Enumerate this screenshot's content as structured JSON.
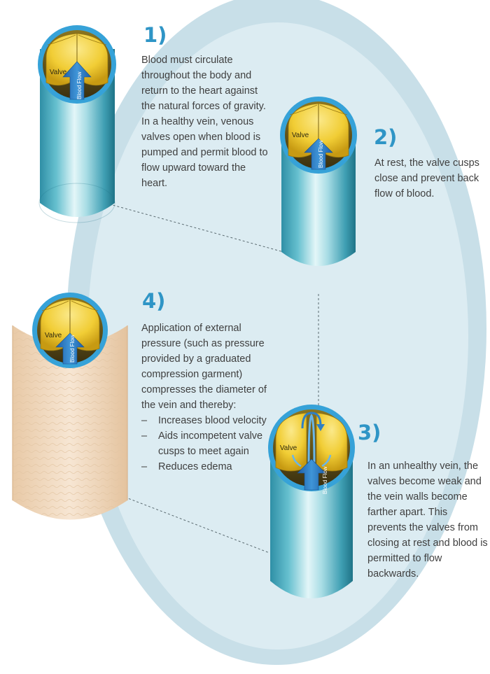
{
  "labels": {
    "valve": "Valve",
    "blood_flow": "Blood Flow"
  },
  "steps": [
    {
      "number": "1)",
      "text": "Blood must circulate throughout the body and return to the heart against the natural forces of gravity. In a healthy vein, venous valves open when blood is pumped and permit blood to flow upward toward the heart."
    },
    {
      "number": "2)",
      "text": "At rest, the valve cusps close and prevent back flow of blood."
    },
    {
      "number": "3)",
      "text": "In an unhealthy vein, the valves become weak and the vein walls become farther apart. This prevents the valves from closing at rest and blood is permitted to flow backwards."
    },
    {
      "number": "4)",
      "text": "Application of external pressure (such as pressure provided by a graduated compression garment) compresses the diameter of the vein and thereby:",
      "bullets": [
        "Increases blood velocity",
        "Aids incompetent valve cusps to meet again",
        "Reduces edema"
      ]
    }
  ],
  "colors": {
    "ellipse_outer": "#c8dfe8",
    "ellipse_inner": "#dcecf2",
    "vein_dark": "#2f8fa6",
    "vein_light": "#dff4f7",
    "rim": "#36a2d8",
    "valve_yellow": "#f2d23a",
    "arrow_blue": "#2f7fc4",
    "accent": "#2f95c6",
    "bandage": "#f1d9be"
  }
}
